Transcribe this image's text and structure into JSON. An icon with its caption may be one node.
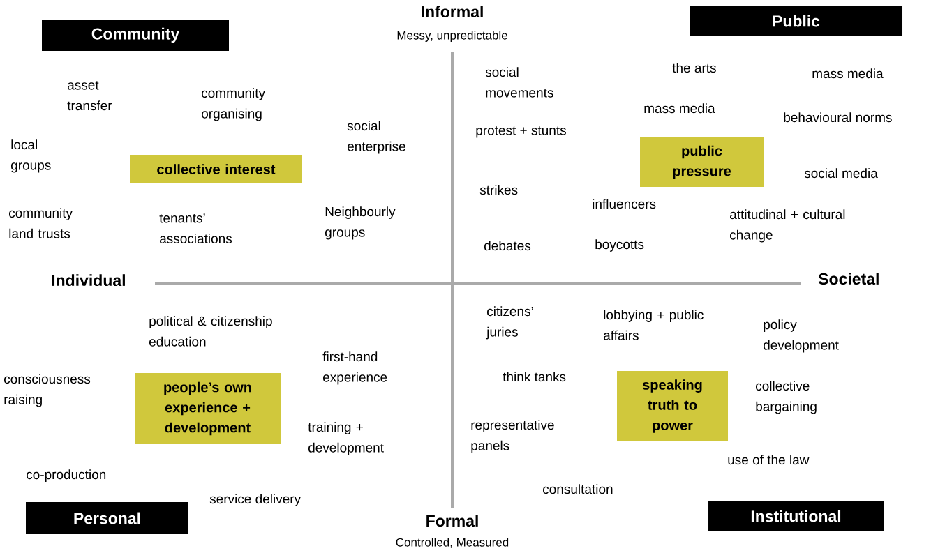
{
  "diagram": {
    "nodes": [
      {
        "text": [
          "Community"
        ]
      },
      {
        "text": [
          "Public"
        ]
      },
      {
        "text": [
          "collective interest"
        ]
      },
      {
        "text": [
          "public pressure"
        ]
      },
      {
        "text": [
          "people’s own experience + development"
        ]
      },
      {
        "text": [
          "speaking truth to power"
        ]
      },
      {
        "text": [
          "Personal"
        ]
      },
      {
        "text": [
          "Institutional"
        ]
      }
    ],
    "edges": [],
    "labels": [
      "Informal",
      "Messy, unpredictable",
      "asset transfer",
      "community organising",
      "social enterprise",
      "local groups",
      "community land trusts",
      "tenants’ associations",
      "Neighbourly groups",
      "social movements",
      "protest + stunts",
      "strikes",
      "debates",
      "the arts",
      "mass media",
      "mass media",
      "behavioural norms",
      "social media",
      "influencers",
      "boycotts",
      "attitudinal + cultural change",
      "Individual",
      "Societal",
      "political & citizenship education",
      "first-hand experience",
      "consciousness raising",
      "training + development",
      "co-production",
      "service delivery",
      "citizens’ juries",
      "lobbying + public affairs",
      "policy development",
      "think tanks",
      "collective bargaining",
      "representative panels",
      "use of the law",
      "consultation",
      "Formal",
      "Controlled, Measured"
    ]
  }
}
